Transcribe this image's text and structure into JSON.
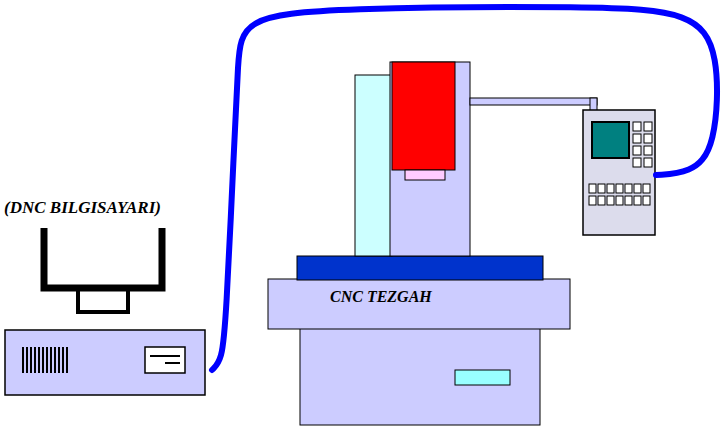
{
  "diagram": {
    "nodes": [
      {
        "text": [
          "(DNC BILGISAYARI)"
        ]
      },
      {
        "text": [
          "CNC TEZGAH"
        ]
      }
    ],
    "edges": [
      {
        "from": 0,
        "to": 1,
        "arrow": "none"
      }
    ]
  }
}
